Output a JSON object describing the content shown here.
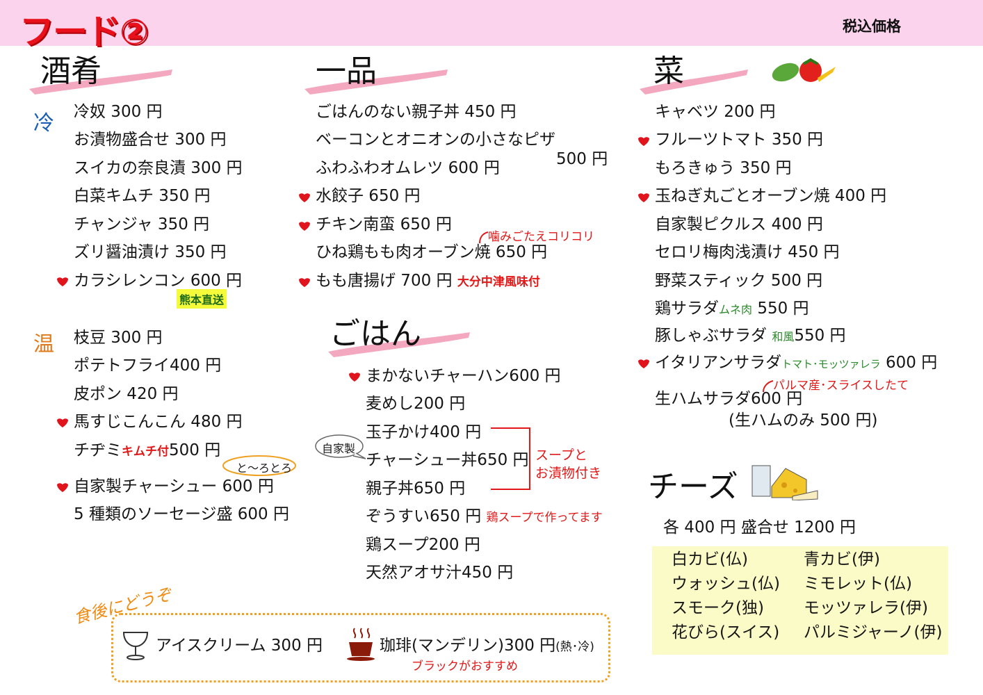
{
  "header": {
    "title": "フード②",
    "tax": "税込価格"
  },
  "sections": {
    "shuko": {
      "title": "酒肴",
      "cold_label": "冷",
      "warm_label": "温",
      "tag": "熊本直送",
      "bubble": "と〜ろとろ",
      "cold": [
        "冷奴  300 円",
        "お漬物盛合せ 300 円",
        "スイカの奈良漬 300 円",
        "白菜キムチ 350 円",
        "チャンジャ 350 円",
        "ズリ醤油漬け 350 円",
        "カラシレンコン 600 円"
      ],
      "warm": [
        "枝豆  300 円",
        "ポテトフライ400 円",
        "皮ポン  420 円",
        "馬すじこんこん 480 円",
        "チヂミ",
        "自家製チャーシュー 600 円",
        "5 種類のソーセージ盛 600 円"
      ],
      "warm_note": "キムチ付",
      "warm_note_price": "500 円"
    },
    "ippin": {
      "title": "一品",
      "items": [
        "ごはんのない親子丼  450 円",
        "ベーコンとオニオンの小さなピザ",
        "ふわふわオムレツ 600 円",
        "水餃子 650 円",
        "チキン南蛮 650 円",
        "ひね鶏もも肉オーブン焼 650 円",
        "もも唐揚げ 700 円"
      ],
      "pizza_price": "500 円",
      "note_chewy": "噛みごたえコリコリ",
      "note_karaage": "大分中津風味付"
    },
    "gohan": {
      "title": "ごはん",
      "bubble": "自家製",
      "soup_note1": "スープと",
      "soup_note2": "お漬物付き",
      "zousui_note": "鶏スープで作ってます",
      "items": [
        "まかないチャーハン600 円",
        "麦めし200 円",
        "玉子かけ400 円",
        "チャーシュー丼650 円",
        "親子丼650 円",
        "ぞうすい650 円",
        "鶏スープ200 円",
        "天然アオサ汁450 円"
      ]
    },
    "sai": {
      "title": "菜",
      "items": [
        "キャベツ 200 円",
        "フルーツトマト 350 円",
        "もろきゅう 350 円",
        "玉ねぎ丸ごとオーブン焼  400 円",
        "自家製ピクルス 400 円",
        "セロリ梅肉浅漬け 450 円",
        "野菜スティック 500 円",
        "鶏サラダ",
        "豚しゃぶサラダ",
        "イタリアンサラダ",
        "生ハムサラダ600 円",
        "(生ハムのみ 500 円)"
      ],
      "tori_note": "ムネ肉",
      "tori_price": "550 円",
      "buta_note": "和風",
      "buta_price": "550 円",
      "ita_note": "トマト･モッツァレラ",
      "ita_price": "600 円",
      "ham_note": "パルマ産･スライスしたて"
    },
    "cheese": {
      "title": "チーズ",
      "price": "各 400 円   盛合せ 1200 円",
      "left": [
        "白カビ(仏)",
        "ウォッシュ(仏)",
        "スモーク(独)",
        "花びら(スイス)"
      ],
      "right": [
        "青カビ(伊)",
        "ミモレット(仏)",
        "モッツァレラ(伊)",
        "パルミジャーノ(伊)"
      ]
    },
    "dessert": {
      "title": "食後にどうぞ",
      "ice": "アイスクリーム 300 円",
      "coffee": "珈琲(マンデリン)300 円",
      "coffee_note": "(熱･冷)",
      "coffee_tip": "ブラックがおすすめ"
    }
  }
}
